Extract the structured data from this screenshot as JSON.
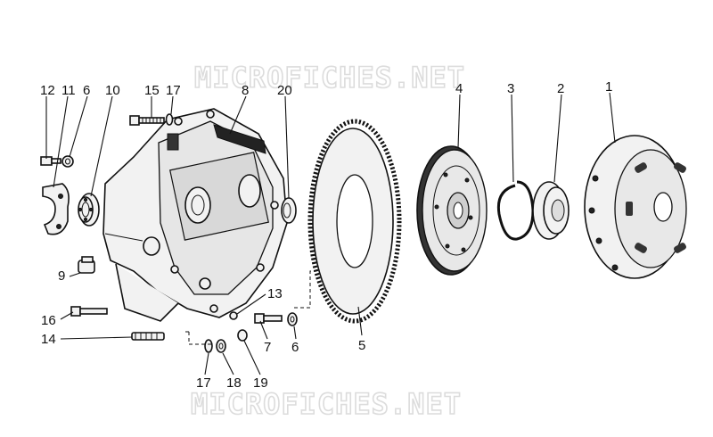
{
  "watermark": {
    "top": "MICROFICHES.NET",
    "bottom": "MICROFICHES.NET"
  },
  "callouts": [
    {
      "id": "c12",
      "text": "12"
    },
    {
      "id": "c11",
      "text": "11"
    },
    {
      "id": "c6a",
      "text": "6"
    },
    {
      "id": "c10",
      "text": "10"
    },
    {
      "id": "c15",
      "text": "15"
    },
    {
      "id": "c17a",
      "text": "17"
    },
    {
      "id": "c8",
      "text": "8"
    },
    {
      "id": "c20",
      "text": "20"
    },
    {
      "id": "c4",
      "text": "4"
    },
    {
      "id": "c3",
      "text": "3"
    },
    {
      "id": "c2",
      "text": "2"
    },
    {
      "id": "c1",
      "text": "1"
    },
    {
      "id": "c9",
      "text": "9"
    },
    {
      "id": "c13",
      "text": "13"
    },
    {
      "id": "c16",
      "text": "16"
    },
    {
      "id": "c7",
      "text": "7"
    },
    {
      "id": "c6b",
      "text": "6"
    },
    {
      "id": "c14",
      "text": "14"
    },
    {
      "id": "c5",
      "text": "5"
    },
    {
      "id": "c17b",
      "text": "17"
    },
    {
      "id": "c18",
      "text": "18"
    },
    {
      "id": "c19",
      "text": "19"
    }
  ]
}
